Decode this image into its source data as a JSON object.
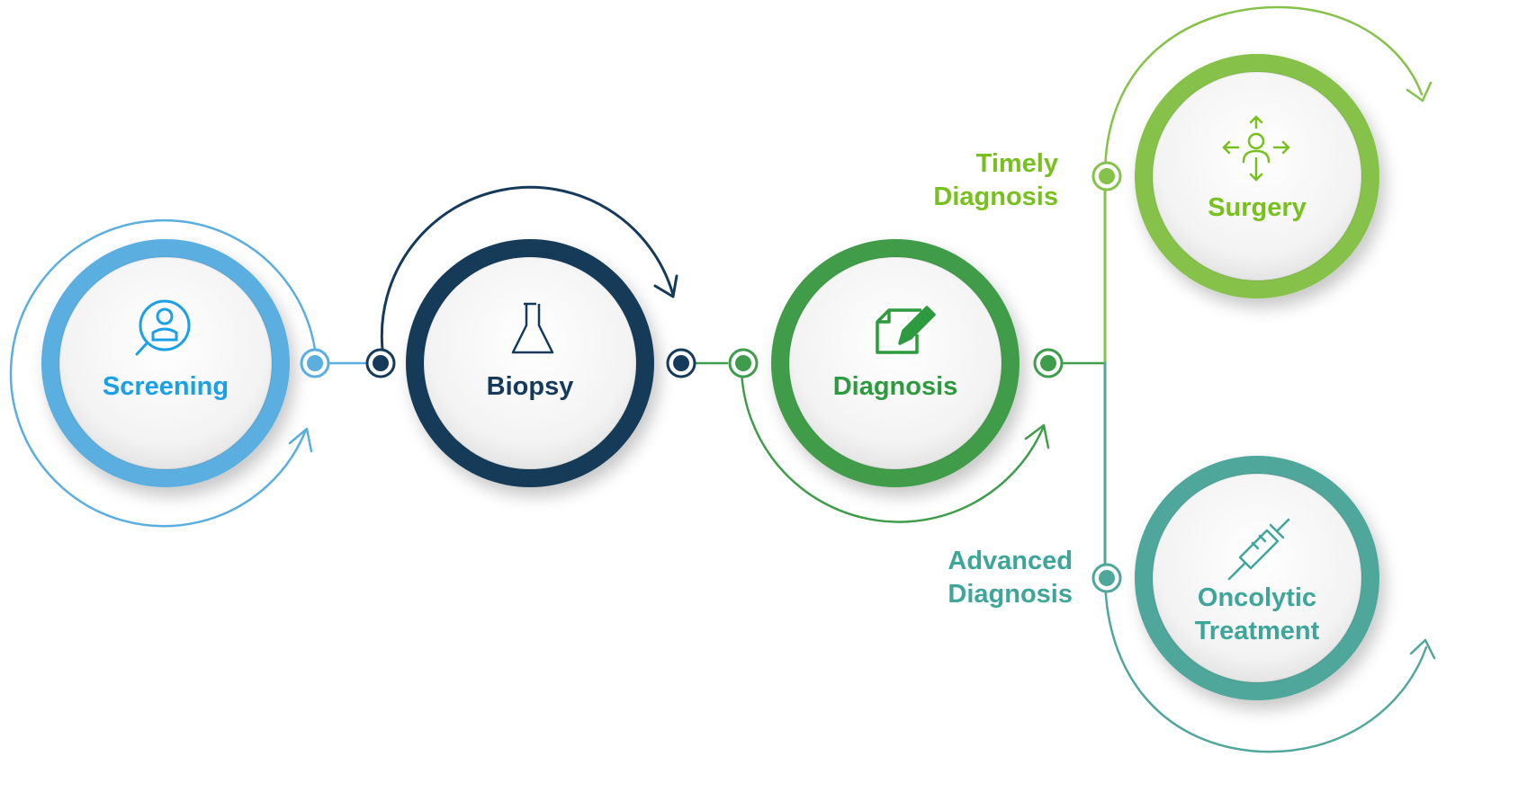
{
  "colors": {
    "screening": "#5aaee0",
    "screening_text": "#1aa0e6",
    "biopsy": "#163a59",
    "diagnosis": "#3f9c4a",
    "diagnosis_text": "#2e9a3f",
    "surgery": "#86c24a",
    "surgery_text": "#78c01e",
    "oncolytic": "#4fa69a",
    "oncolytic_text": "#3ea599"
  },
  "stages": [
    {
      "id": "screening",
      "label": "Screening",
      "icon": "person-search-icon"
    },
    {
      "id": "biopsy",
      "label": "Biopsy",
      "icon": "flask-icon"
    },
    {
      "id": "diagnosis",
      "label": "Diagnosis",
      "icon": "document-edit-icon"
    },
    {
      "id": "surgery",
      "label": "Surgery",
      "icon": "person-arrows-icon"
    },
    {
      "id": "oncolytic",
      "label_lines": [
        "Oncolytic",
        "Treatment"
      ],
      "icon": "syringe-icon"
    }
  ],
  "branches": {
    "timely": [
      "Timely",
      "Diagnosis"
    ],
    "advanced": [
      "Advanced",
      "Diagnosis"
    ]
  }
}
